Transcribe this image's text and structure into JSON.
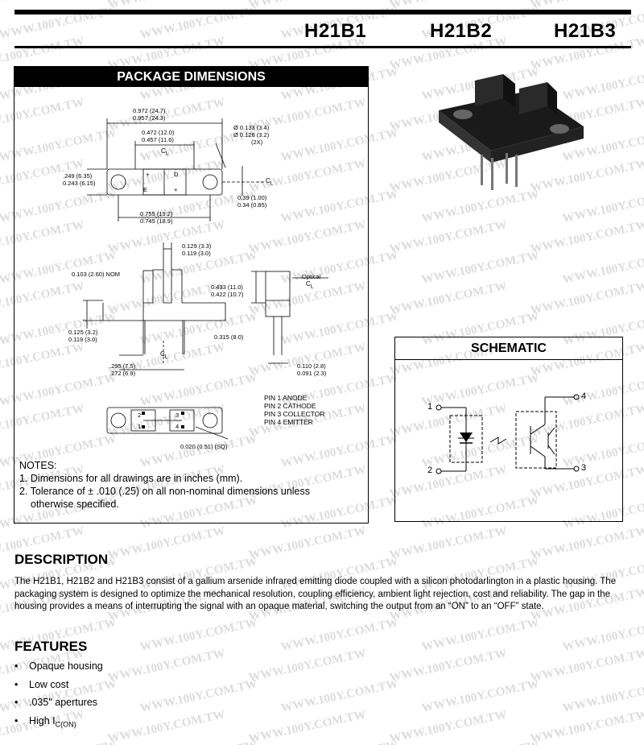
{
  "header": {
    "part_numbers": [
      "H21B1",
      "H21B2",
      "H21B3"
    ]
  },
  "package_dimensions": {
    "title": "PACKAGE DIMENSIONS",
    "top_view": {
      "overall_length": "0.972 (24.7)",
      "overall_length_min": "0.957 (24.3)",
      "inner_length": "0.472 (12.0)",
      "inner_length_min": "0.457 (11.6)",
      "hole_dia": "Ø 0.133 (3.4)",
      "hole_dia_min": "Ø 0.126 (3.2)",
      "hole_count": "(2X)",
      "width": ".249 (6.35)",
      "width_min": "0.243 (6.15)",
      "centerline": "0.39 (1.00)",
      "centerline_min": "0.34 (0.85)",
      "hole_spacing": "0.755 (19.2)",
      "hole_spacing_min": "0.745 (18.9)",
      "label_d": "D",
      "label_e": "E",
      "plus": "+",
      "cl": "C",
      "cl_sub": "L"
    },
    "side_view": {
      "slot_width": "0.129 (3.3)",
      "slot_width_min": "0.119 (3.0)",
      "nom": "0.103 (2.60) NOM",
      "height": "0.433 (11.0)",
      "height_min": "0.422 (10.7)",
      "optical": "Optical",
      "base_height": "0.125 (3.2)",
      "base_height_min": "0.119 (3.0)",
      "lead_length": "0.315 (8.0)",
      "lead_spacing": ".295 (7.5)",
      "lead_spacing_min": ".272 (6.9)",
      "lead_pitch": "0.110 (2.8)",
      "lead_pitch_min": "0.091 (2.3)"
    },
    "bottom_view": {
      "pins": [
        "PIN 1 ANODE",
        "PIN 2 CATHODE",
        "PIN 3 COLLECTOR",
        "PIN 4 EMITTER"
      ],
      "pin_labels": [
        "2",
        "1",
        "3",
        "4"
      ],
      "lead_size": "0.020 (0.51) (SQ)"
    }
  },
  "notes": {
    "title": "NOTES:",
    "items": [
      "1.  Dimensions for all drawings are in inches (mm).",
      "2.  Tolerance of ± .010 (.25) on all non-nominal dimensions unless",
      "otherwise specified."
    ]
  },
  "schematic": {
    "title": "SCHEMATIC",
    "pins": [
      "1",
      "2",
      "4",
      "3"
    ]
  },
  "description": {
    "heading": "DESCRIPTION",
    "text": "The H21B1, H21B2 and H21B3 consist of a gallium arsenide infrared emitting diode coupled with a silicon photodarlington in a plastic housing. The packaging system is designed to optimize the mechanical resolution, coupling efficiency, ambient light rejection, cost and reliability. The gap in the housing provides a means of interrupting the  signal with an opaque material, switching the output from an “ON” to an “OFF” state."
  },
  "features": {
    "heading": "FEATURES",
    "items": [
      "Opaque housing",
      "Low cost",
      ".035\" apertures",
      "High I"
    ],
    "high_sub": "C(ON)"
  },
  "watermark": "WWW.100Y.COM.TW"
}
